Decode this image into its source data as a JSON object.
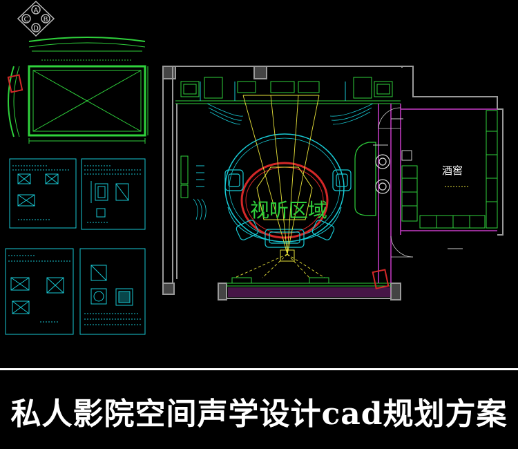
{
  "logo": {
    "letters": [
      "A",
      "B",
      "C",
      "D"
    ]
  },
  "plan": {
    "zone_label": "视听区域",
    "room_label": "酒窖"
  },
  "banner": {
    "title": "私人影院空间声学设计cad规划方案"
  },
  "colors": {
    "background": "#000000",
    "cad_green": "#2fd23c",
    "cad_cyan": "#18c9d4",
    "cad_yellow": "#e8e23a",
    "cad_magenta": "#c93cc9",
    "cad_red": "#d42828",
    "wall_gray": "#9a9a9a",
    "title_white": "#ffffff"
  }
}
